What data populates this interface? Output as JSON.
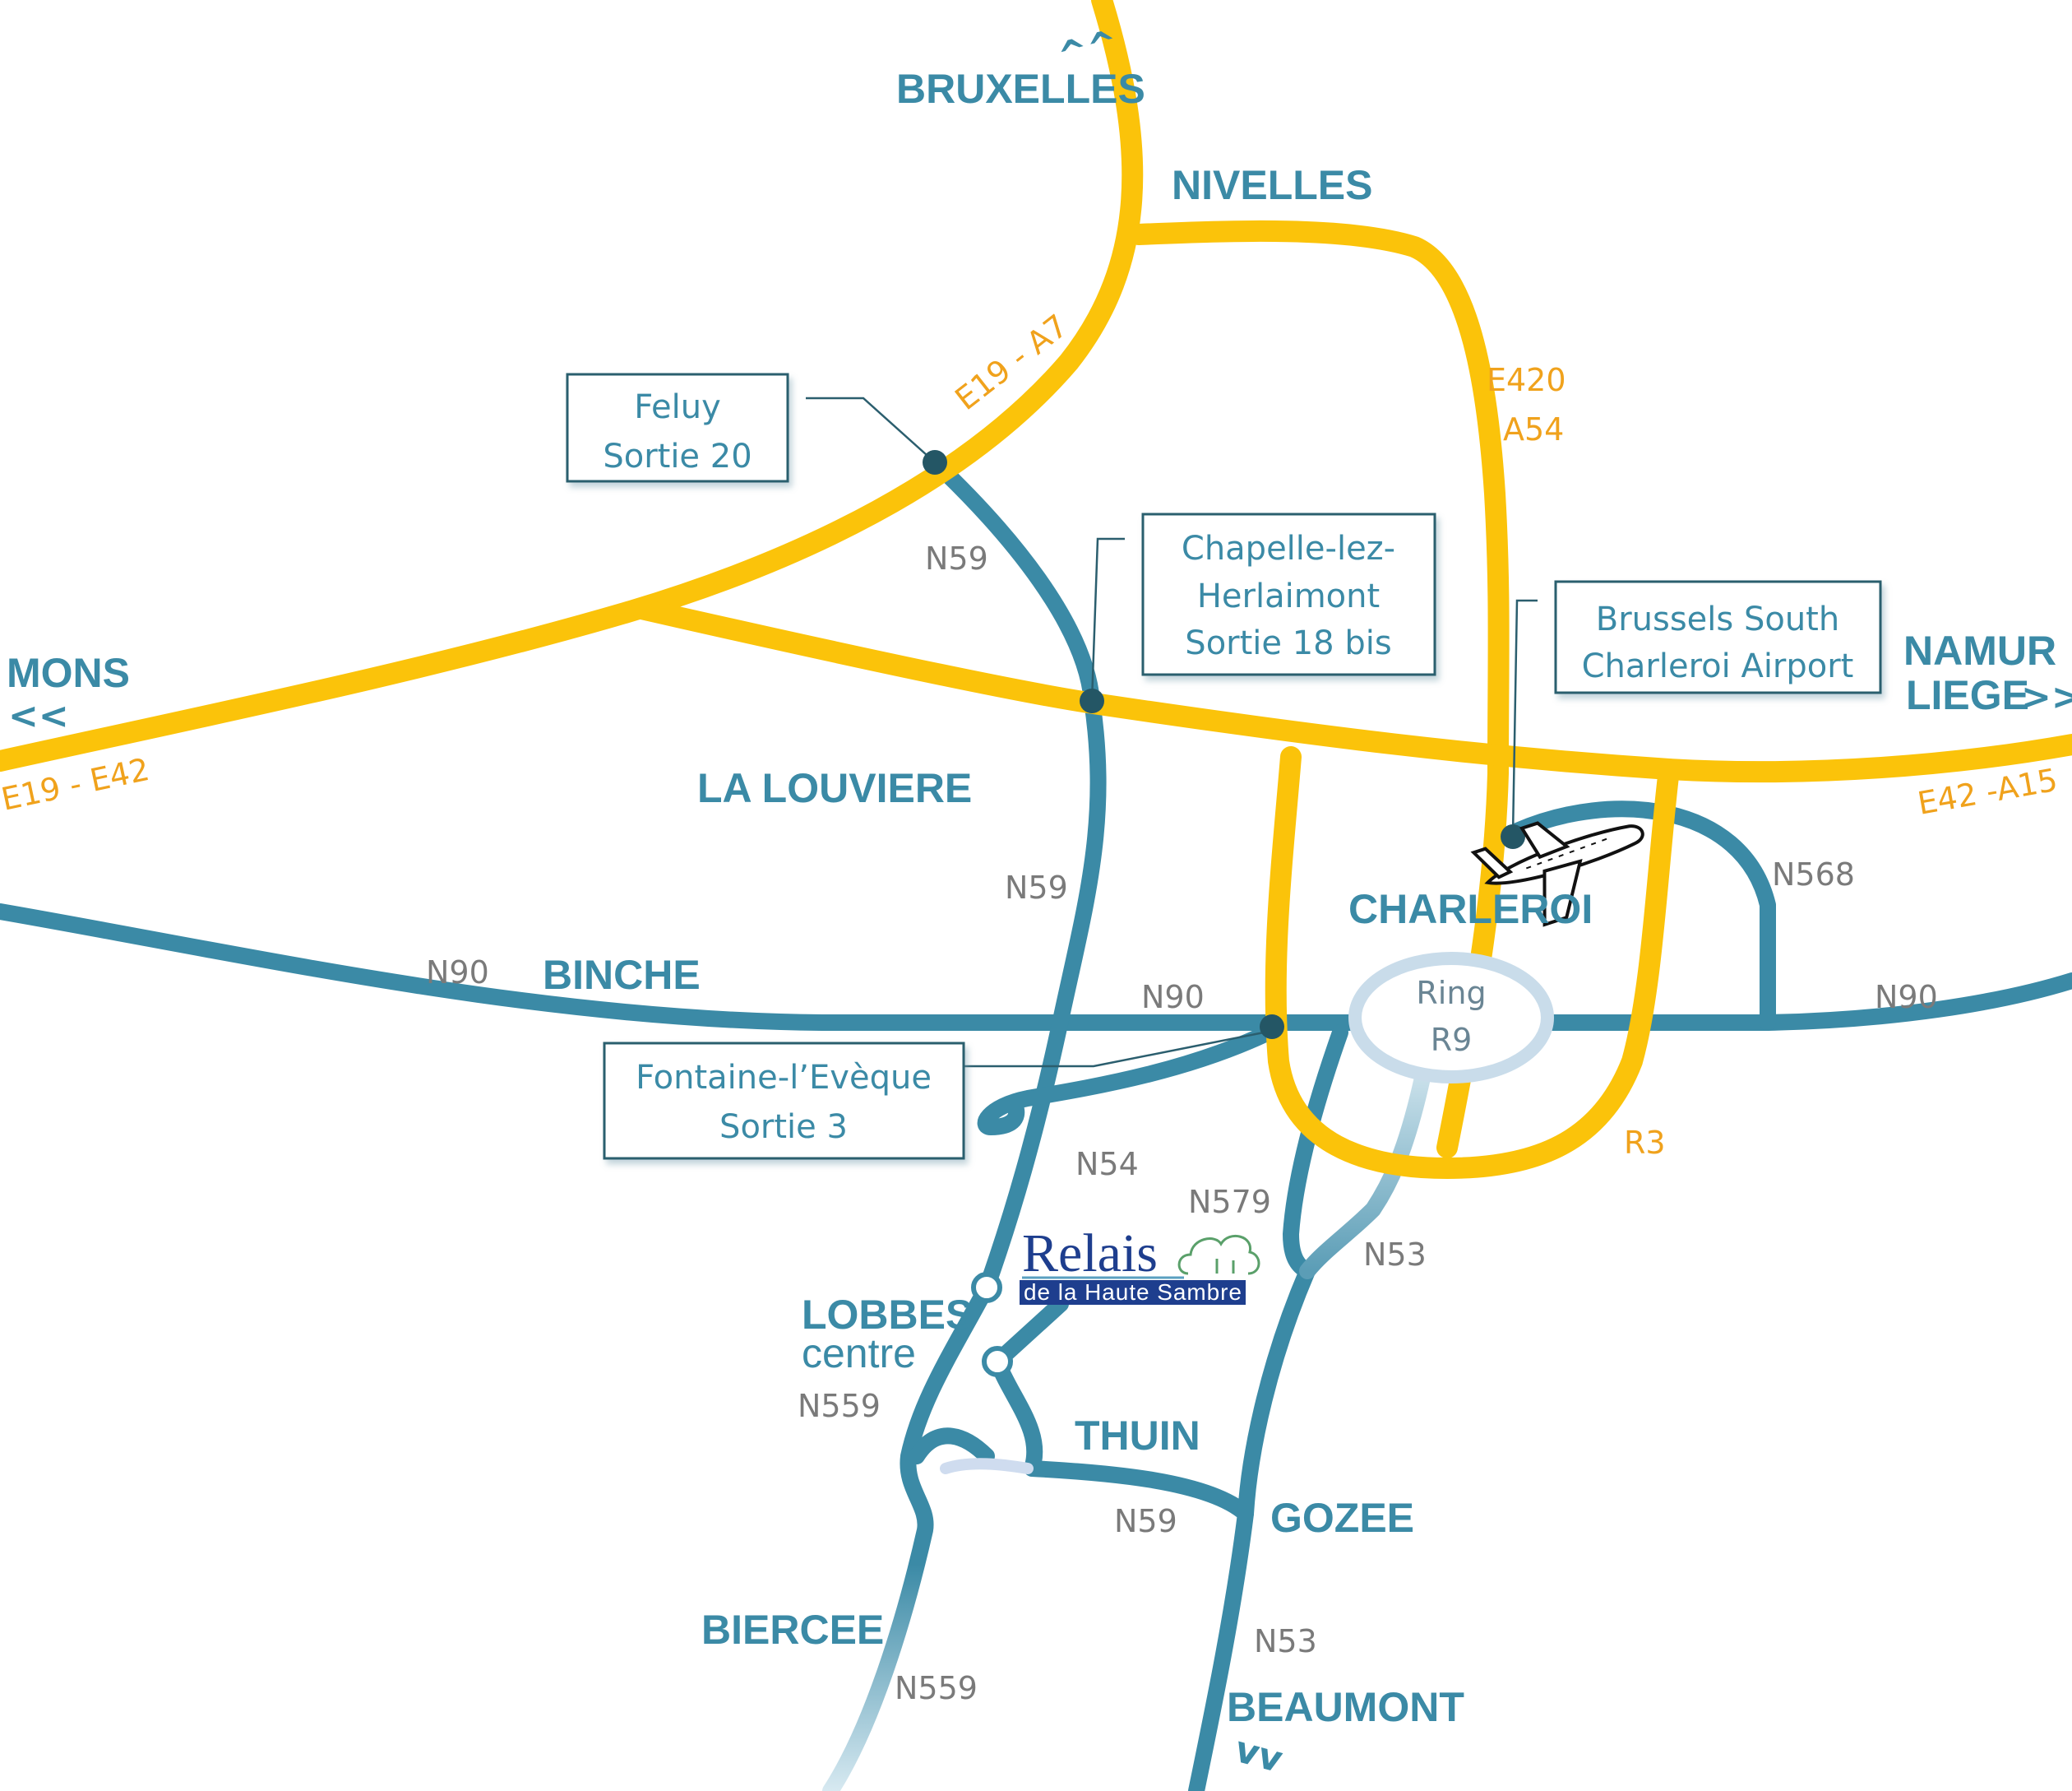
{
  "colors": {
    "highway": "#fbc30a",
    "road": "#3b8aa6",
    "light_road": "#b7d6e4",
    "city_text": "#3b8aa6",
    "highway_text": "#f0a21c",
    "road_text": "#7a7a7a",
    "logo_blue": "#1e3e8e"
  },
  "cities": {
    "bruxelles": "BRUXELLES",
    "nivelles": "NIVELLES",
    "mons": "MONS",
    "namur": "NAMUR",
    "liege": "LIEGE",
    "la_louviere": "LA LOUVIERE",
    "binche": "BINCHE",
    "charleroi": "CHARLEROI",
    "lobbes": "LOBBES",
    "lobbes_centre": "centre",
    "thuin": "THUIN",
    "gozee": "GOZEE",
    "biercee": "BIERCEE",
    "beaumont": "BEAUMONT"
  },
  "arrows": {
    "bruxelles": "^^",
    "mons": "<<",
    "liege": ">>",
    "beaumont": "vv"
  },
  "highways": {
    "e19_a7": "E19 - A7",
    "e420": "E420",
    "a54": "A54",
    "e19_e42": "E19 - E42",
    "e42_a15": "E42 -A15",
    "r3": "R3"
  },
  "roads": {
    "n59_top": "N59",
    "n59_mid": "N59",
    "n59_bottom": "N59",
    "n90_left": "N90",
    "n90_mid": "N90",
    "n90_right": "N90",
    "n568": "N568",
    "n54": "N54",
    "n579": "N579",
    "n53_top": "N53",
    "n53_bottom": "N53",
    "n559_top": "N559",
    "n559_bottom": "N559"
  },
  "boxes": {
    "feluy": {
      "line1": "Feluy",
      "line2": "Sortie 20"
    },
    "chapelle": {
      "line1": "Chapelle-lez-",
      "line2": "Herlaimont",
      "line3": "Sortie 18 bis"
    },
    "airport": {
      "line1": "Brussels South",
      "line2": "Charleroi Airport"
    },
    "fontaine": {
      "line1": "Fontaine-l’Evèque",
      "line2": "Sortie 3"
    }
  },
  "ring": {
    "line1": "Ring",
    "line2": "R9"
  },
  "logo": {
    "main": "Relais",
    "sub": "de la Haute Sambre"
  },
  "icons": [
    "airplane-icon",
    "tree-icon"
  ]
}
